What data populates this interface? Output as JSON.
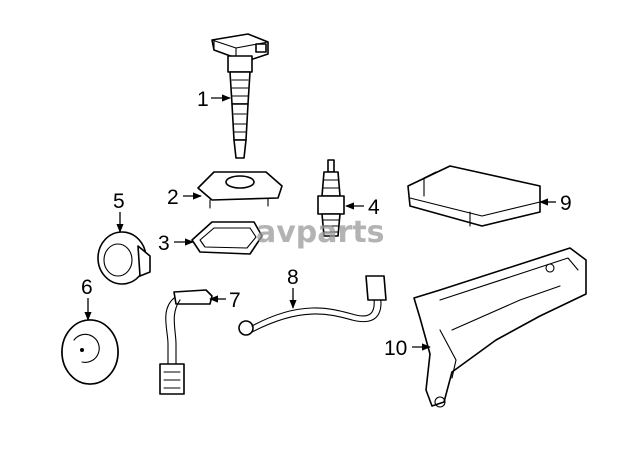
{
  "callouts": [
    "1",
    "2",
    "3",
    "4",
    "5",
    "6",
    "7",
    "8",
    "9",
    "10"
  ],
  "watermark": "avparts",
  "colors": {
    "line": "#000000",
    "background": "#ffffff",
    "watermark": "#9a9a9a"
  }
}
